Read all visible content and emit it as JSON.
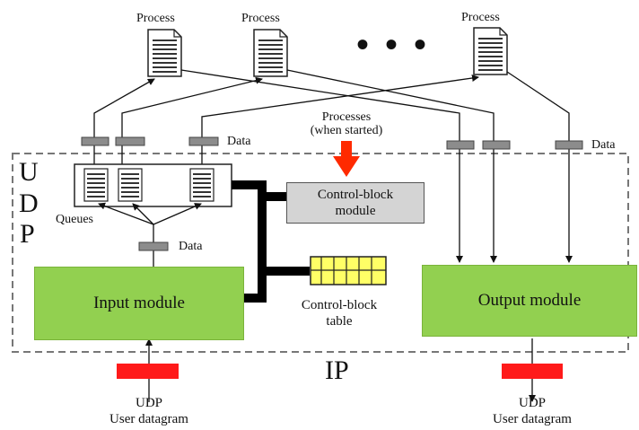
{
  "labels": {
    "process_1": "Process",
    "process_2": "Process",
    "process_3": "Process",
    "ellipsis": "• • •",
    "data_top_left": "Data",
    "data_top_right": "Data",
    "data_input": "Data",
    "processes_started": "Processes\n(when started)",
    "queues": "Queues",
    "udp_letters": [
      "U",
      "D",
      "P"
    ],
    "control_block_module": "Control-block\nmodule",
    "control_block_table": "Control-block\ntable",
    "input_module": "Input module",
    "output_module": "Output module",
    "ip": "IP",
    "udp_in": "UDP",
    "user_datagram_in": "User datagram",
    "udp_out": "UDP",
    "user_datagram_out": "User datagram"
  },
  "colors": {
    "module_green": "#92d050",
    "control_block_grey": "#d4d4d4",
    "table_yellow": "#ffff66",
    "datagram_red": "#ff1a1a",
    "arrow_red": "#ff2a00",
    "data_chip_grey": "#8c8c8c"
  }
}
